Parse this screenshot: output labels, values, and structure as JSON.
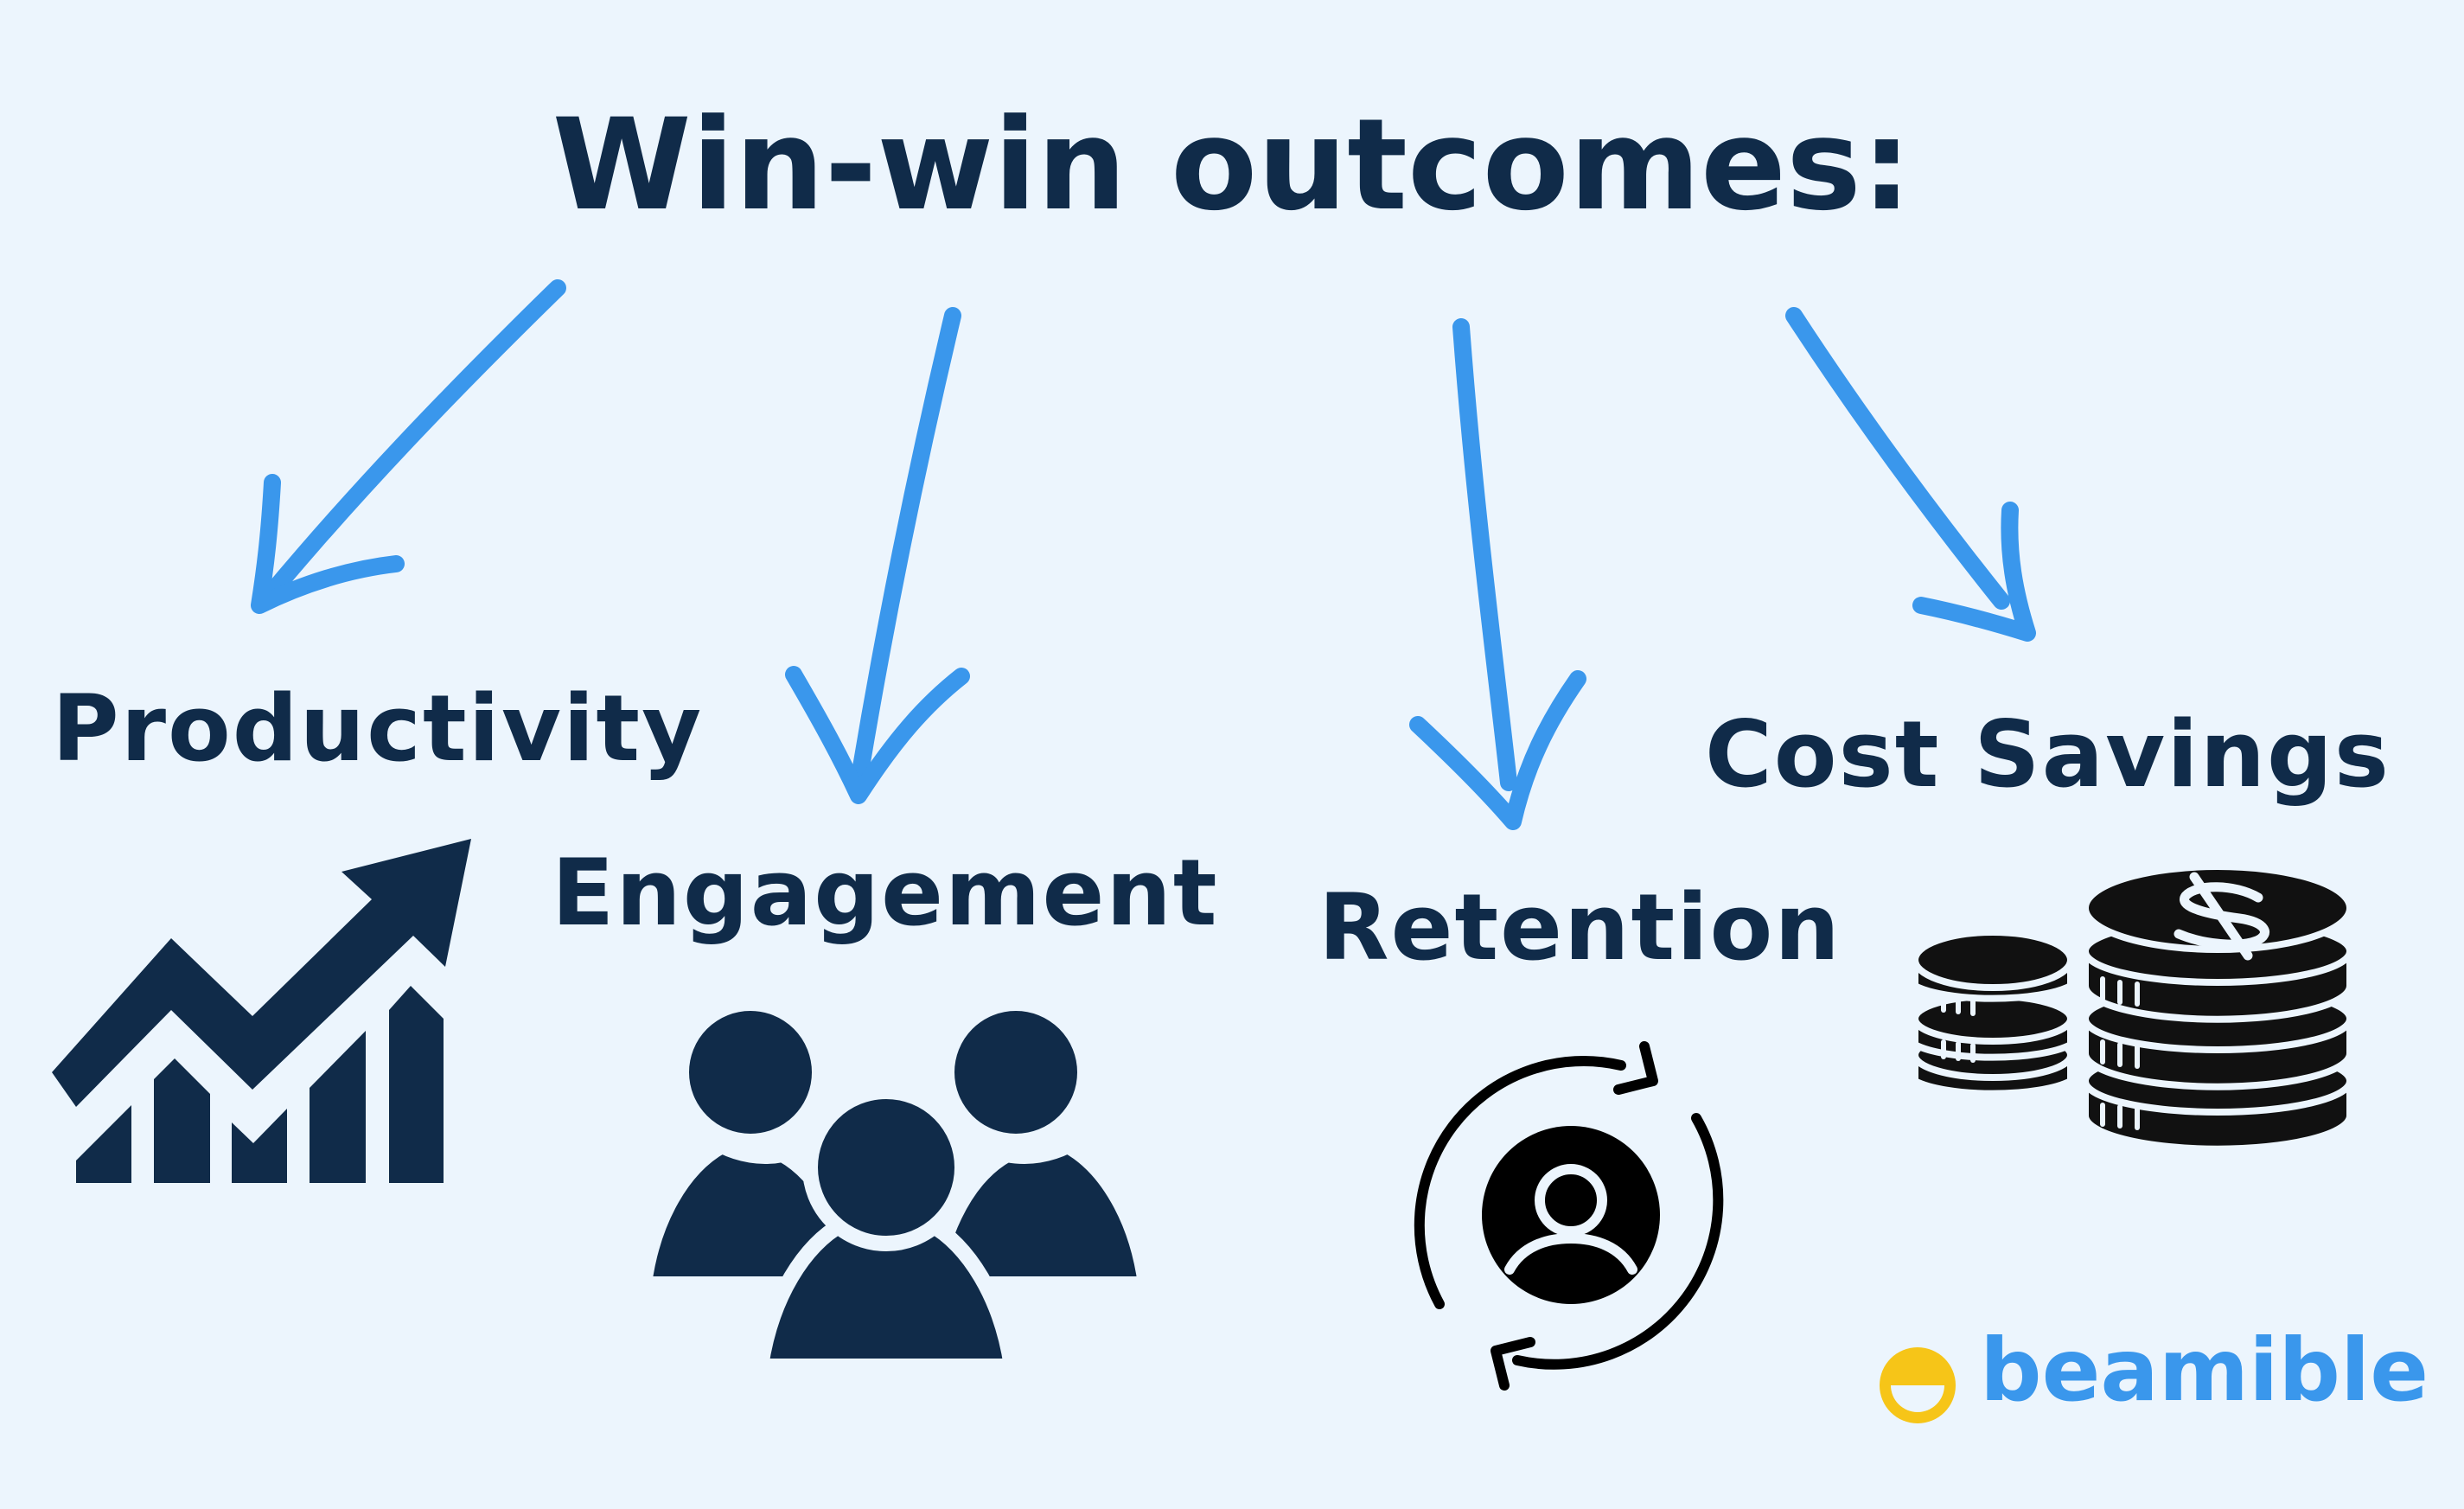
{
  "title": "Win-win outcomes:",
  "outcomes": [
    {
      "label": "Productivity",
      "icon": "growth-chart-icon"
    },
    {
      "label": "Engagement",
      "icon": "people-group-icon"
    },
    {
      "label": "Retention",
      "icon": "person-cycle-icon"
    },
    {
      "label": "Cost Savings",
      "icon": "coin-stacks-icon"
    }
  ],
  "brand": {
    "name": "beamible",
    "logo_icon": "smile-logo-icon"
  },
  "colors": {
    "background": "#ecf5fd",
    "text": "#102b49",
    "arrow": "#3a97ec",
    "brand_text": "#3a97ec",
    "brand_logo": "#f6c518",
    "coin": "#111111"
  }
}
